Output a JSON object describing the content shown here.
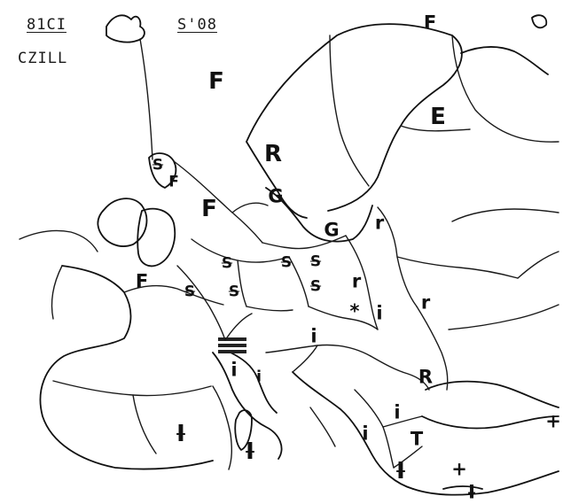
{
  "header": {
    "code_a": "81CI",
    "name": "CZILL",
    "code_b": "S'08"
  },
  "map_marks": [
    {
      "id": "mark-f-north-atlantic",
      "text": "F",
      "size": "big",
      "struck": false
    },
    {
      "id": "mark-f-north-east",
      "text": "F",
      "size": "med",
      "struck": false
    },
    {
      "id": "mark-e-east",
      "text": "E",
      "size": "big",
      "struck": false
    },
    {
      "id": "mark-r-scandinavia",
      "text": "R",
      "size": "big",
      "struck": false
    },
    {
      "id": "mark-s-denmark-north",
      "text": "S",
      "size": "small",
      "struck": true
    },
    {
      "id": "mark-f-netherlands",
      "text": "F",
      "size": "small",
      "struck": false
    },
    {
      "id": "mark-f-north-sea",
      "text": "F",
      "size": "big",
      "struck": false
    },
    {
      "id": "mark-g-baltic",
      "text": "G",
      "size": "med",
      "struck": false
    },
    {
      "id": "mark-g-baltic-east",
      "text": "G",
      "size": "med",
      "struck": false
    },
    {
      "id": "mark-r-russia-1",
      "text": "r",
      "size": "med",
      "struck": false
    },
    {
      "id": "mark-s-germany-1",
      "text": "S",
      "size": "small",
      "struck": true
    },
    {
      "id": "mark-s-germany-2",
      "text": "S",
      "size": "small",
      "struck": true
    },
    {
      "id": "mark-s-poland",
      "text": "S",
      "size": "small",
      "struck": true
    },
    {
      "id": "mark-s-poland-2",
      "text": "S",
      "size": "small",
      "struck": true
    },
    {
      "id": "mark-s-germany-3",
      "text": "S",
      "size": "small",
      "struck": true
    },
    {
      "id": "mark-s-france",
      "text": "S",
      "size": "small",
      "struck": true
    },
    {
      "id": "mark-f-france",
      "text": "F",
      "size": "med",
      "struck": false
    },
    {
      "id": "mark-r-russia-2",
      "text": "r",
      "size": "med",
      "struck": false
    },
    {
      "id": "mark-r-russia-3",
      "text": "r",
      "size": "med",
      "struck": false
    },
    {
      "id": "mark-star",
      "text": "*",
      "size": "med",
      "struck": false
    },
    {
      "id": "mark-i-galicia",
      "text": "i",
      "size": "med",
      "struck": false
    },
    {
      "id": "mark-i-hungary",
      "text": "i",
      "size": "med",
      "struck": false
    },
    {
      "id": "mark-i-alps",
      "text": "i",
      "size": "med",
      "struck": false
    },
    {
      "id": "mark-i-italy-small",
      "text": "i",
      "size": "small",
      "struck": false
    },
    {
      "id": "mark-r-romania",
      "text": "R",
      "size": "med",
      "struck": false
    },
    {
      "id": "mark-i-balkans",
      "text": "i",
      "size": "med",
      "struck": false
    },
    {
      "id": "mark-i-bulgaria",
      "text": "i",
      "size": "med",
      "struck": false
    },
    {
      "id": "mark-t-turkey",
      "text": "T",
      "size": "med",
      "struck": false
    },
    {
      "id": "mark-cross-east",
      "text": "+",
      "size": "med",
      "struck": false
    },
    {
      "id": "mark-cross-aegean",
      "text": "+",
      "size": "med",
      "struck": false
    },
    {
      "id": "mark-i-spain",
      "text": "I",
      "size": "big",
      "struck": true
    },
    {
      "id": "mark-i-med",
      "text": "I",
      "size": "big",
      "struck": true
    },
    {
      "id": "mark-i-greece",
      "text": "I",
      "size": "big",
      "struck": true
    },
    {
      "id": "mark-i-crete",
      "text": "I",
      "size": "med",
      "struck": true
    }
  ]
}
